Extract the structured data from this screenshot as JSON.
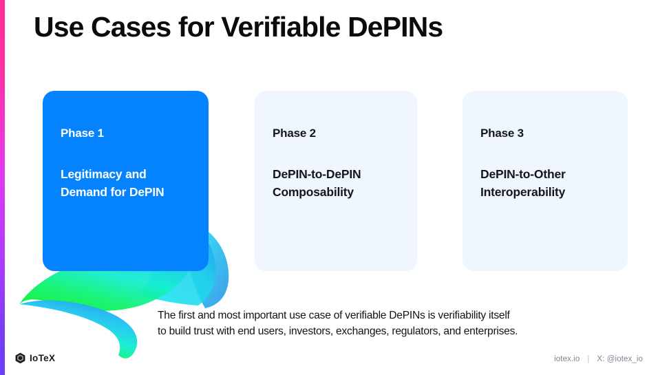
{
  "slide": {
    "title": "Use Cases for Verifiable DePINs",
    "caption_line_1": "The first and most important use case of verifiable DePINs is verifiability itself",
    "caption_line_2": "to build trust with end users, investors, exchanges, regulators, and enterprises."
  },
  "cards": [
    {
      "phase": "Phase 1",
      "body_line_1": "Legitimacy and",
      "body_line_2": "Demand for DePIN",
      "bg_color": "#0583FE",
      "text_color": "#FFFFFF"
    },
    {
      "phase": "Phase 2",
      "body_line_1": "DePIN-to-DePIN",
      "body_line_2": "Composability",
      "bg_color": "#EFF6FD",
      "text_color": "#14161A"
    },
    {
      "phase": "Phase 3",
      "body_line_1": "DePIN-to-Other",
      "body_line_2": "Interoperability",
      "bg_color": "#EFF6FD",
      "text_color": "#14161A"
    }
  ],
  "footer": {
    "brand": "IoTeX",
    "website": "iotex.io",
    "separator": "|",
    "social": "X: @iotex_io"
  },
  "decor": {
    "edge_bar_top_color": "#FF2E9A",
    "edge_bar_bottom_color": "#6A3DF7",
    "wave_blue": "#1E9BF5",
    "wave_cyan": "#18E5E0",
    "wave_green": "#11F05B"
  }
}
